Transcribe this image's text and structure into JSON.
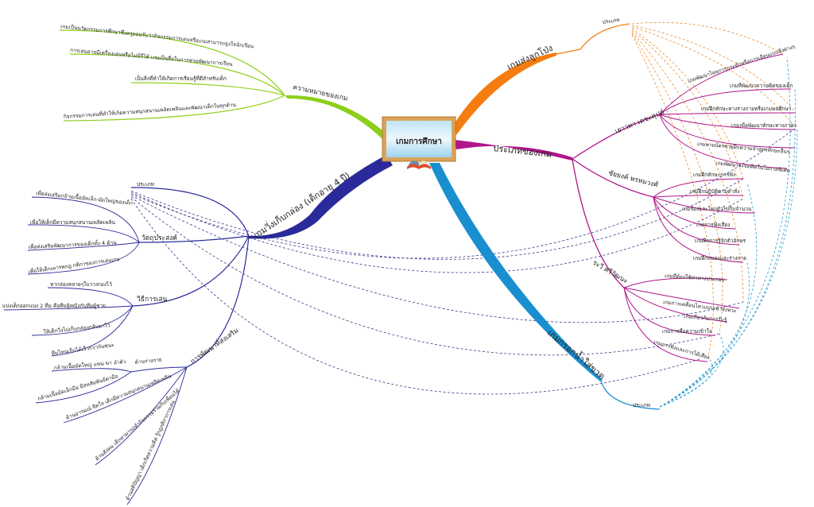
{
  "center": {
    "title": "เกมการศึกษา"
  },
  "colors": {
    "green": "#8ccf1a",
    "orange": "#f57c10",
    "magenta": "#b0158a",
    "cyan": "#1a8fcf",
    "navy": "#2a2a9a"
  },
  "meaning": {
    "label": "ความหมายของเกม",
    "items": [
      "เกมเป็นนวัตกรรมการศึกษาซึ่งครูยอมรับว่ากิจกรรมการเล่นหรือเกมสามารถจูงใจนักเรียน",
      "การเล่นอาจมีเครื่องเล่นหรือไม่มีก็ได้ เกมเป็นสื่อในการช่วยพัฒนาการเรียน",
      "เป็นสิ่งที่ทำให้เกิดการเรียนรู้ที่ดีสำหรับเด็ก",
      "กิจกรรมการเล่นที่ทำให้เกิดความสนุกสนานเพลิดเพลินและพัฒนาเด็กในทุกด้าน"
    ]
  },
  "balloon": {
    "label": "เกมส่งลูกโป่ง",
    "type_label": "ประเภท"
  },
  "types": {
    "label": "ประเภทของเกม",
    "groups": [
      {
        "author": "เยาวพา เดชะคุปต์",
        "items": [
          "เกมพัฒนาโดยการกระทำหรือการเลียนแบบสิ่งต่างๆ",
          "เกมที่พัฒนาความคิดของเด็ก",
          "เกมฝึกทักษะทางร่างกายหรือเกมพลศึกษา",
          "เกมเพื่อพัฒนาทักษะทางภาษา",
          "เกมพายบัตรช่วยฝึกความจำสูตรทักษะอื่นๆ",
          "เกมพัฒนาจะจดคิดในโอกาสพิเศษ"
        ]
      },
      {
        "author": "ชัยยงค์ พรหมวงศ์",
        "items": [
          "เกมฝึกทักษะการฟัง",
          "เกมฝึกปฏิบัติตามคำสั่ง",
          "เกมร้องและโยกตัวไปกับจำนวน",
          "เกมการฟังเสียง",
          "เกมฝึกการรู้จักตัวอักษร",
          "เกมฝึกสมองและร่างกาย"
        ]
      },
      {
        "author": "ระวี ศรีวัฒนะ",
        "items": [
          "เกมที่ต้องใช้ท่าทางประกอบ",
          "เกมการเคลื่อนไหวแบบเข้าจังหวะ",
          "เกมเกี่ยวกับการรับรู้",
          "เกมการสื่อความเข้าใจ",
          "เกมการฟังและการได้เสียง"
        ]
      }
    ]
  },
  "bottle": {
    "label": "เกมกรอกน้ำใส่ขวด",
    "type_label": "ประเภท"
  },
  "box": {
    "label": "เกมวิ่งเก็บกล่อง (เด็กอายุ 4 ปี)",
    "type_label": "ประเภท",
    "objective": {
      "label": "วัตถุประสงค์",
      "items": [
        "เพื่อส่งเสริมกล้ามเนื้อมัดเล็ก-มัดใหญ่ของเด็ก",
        "เพื่อให้เด็กมีความสนุกสนานเพลิดเพลิน",
        "เพื่อส่งเสริมพัฒนาการของเด็กทั้ง 4 ด้าน",
        "เพื่อให้เด็กเคารพกฎ กติกาของการเล่นเกม"
      ]
    },
    "howto": {
      "label": "วิธีการเล่น",
      "items": [
        "หากล่องหลายๆใบวางกองไว้",
        "แบ่งเด็กออกแบ่ง 2 ทีม คือทีมผู้หญิงกับทีมผู้ชาย",
        "ให้เด็กวิ่งไปเก็บกล่องกลับมาไว้",
        "ทีมไหนเก็บได้เร็วกว่ากันชนะ"
      ]
    },
    "development": {
      "label": "การพัฒนาที่ส่งเสริม",
      "physical": {
        "label": "ด้านร่างกาย",
        "items": [
          "กล้ามเนื้อมัดใหญ่ แขน ขา ลำตัว",
          "กล้ามเนื้อมัดเล็กมือ มีสหสัมพันธ์ตามือ"
        ]
      },
      "items": [
        "ด้านอารมณ์-จิตใจ เด็กมีความสนุกสนานเพลิดเพลิน",
        "ด้านสังคม เด็กสามารถทำกิจกรรมร่วมกับเพื่อนได้",
        "ด้านสติปัญญา เด็กเกิดความคิด รู้กฎกติกาการเล่น"
      ]
    }
  }
}
